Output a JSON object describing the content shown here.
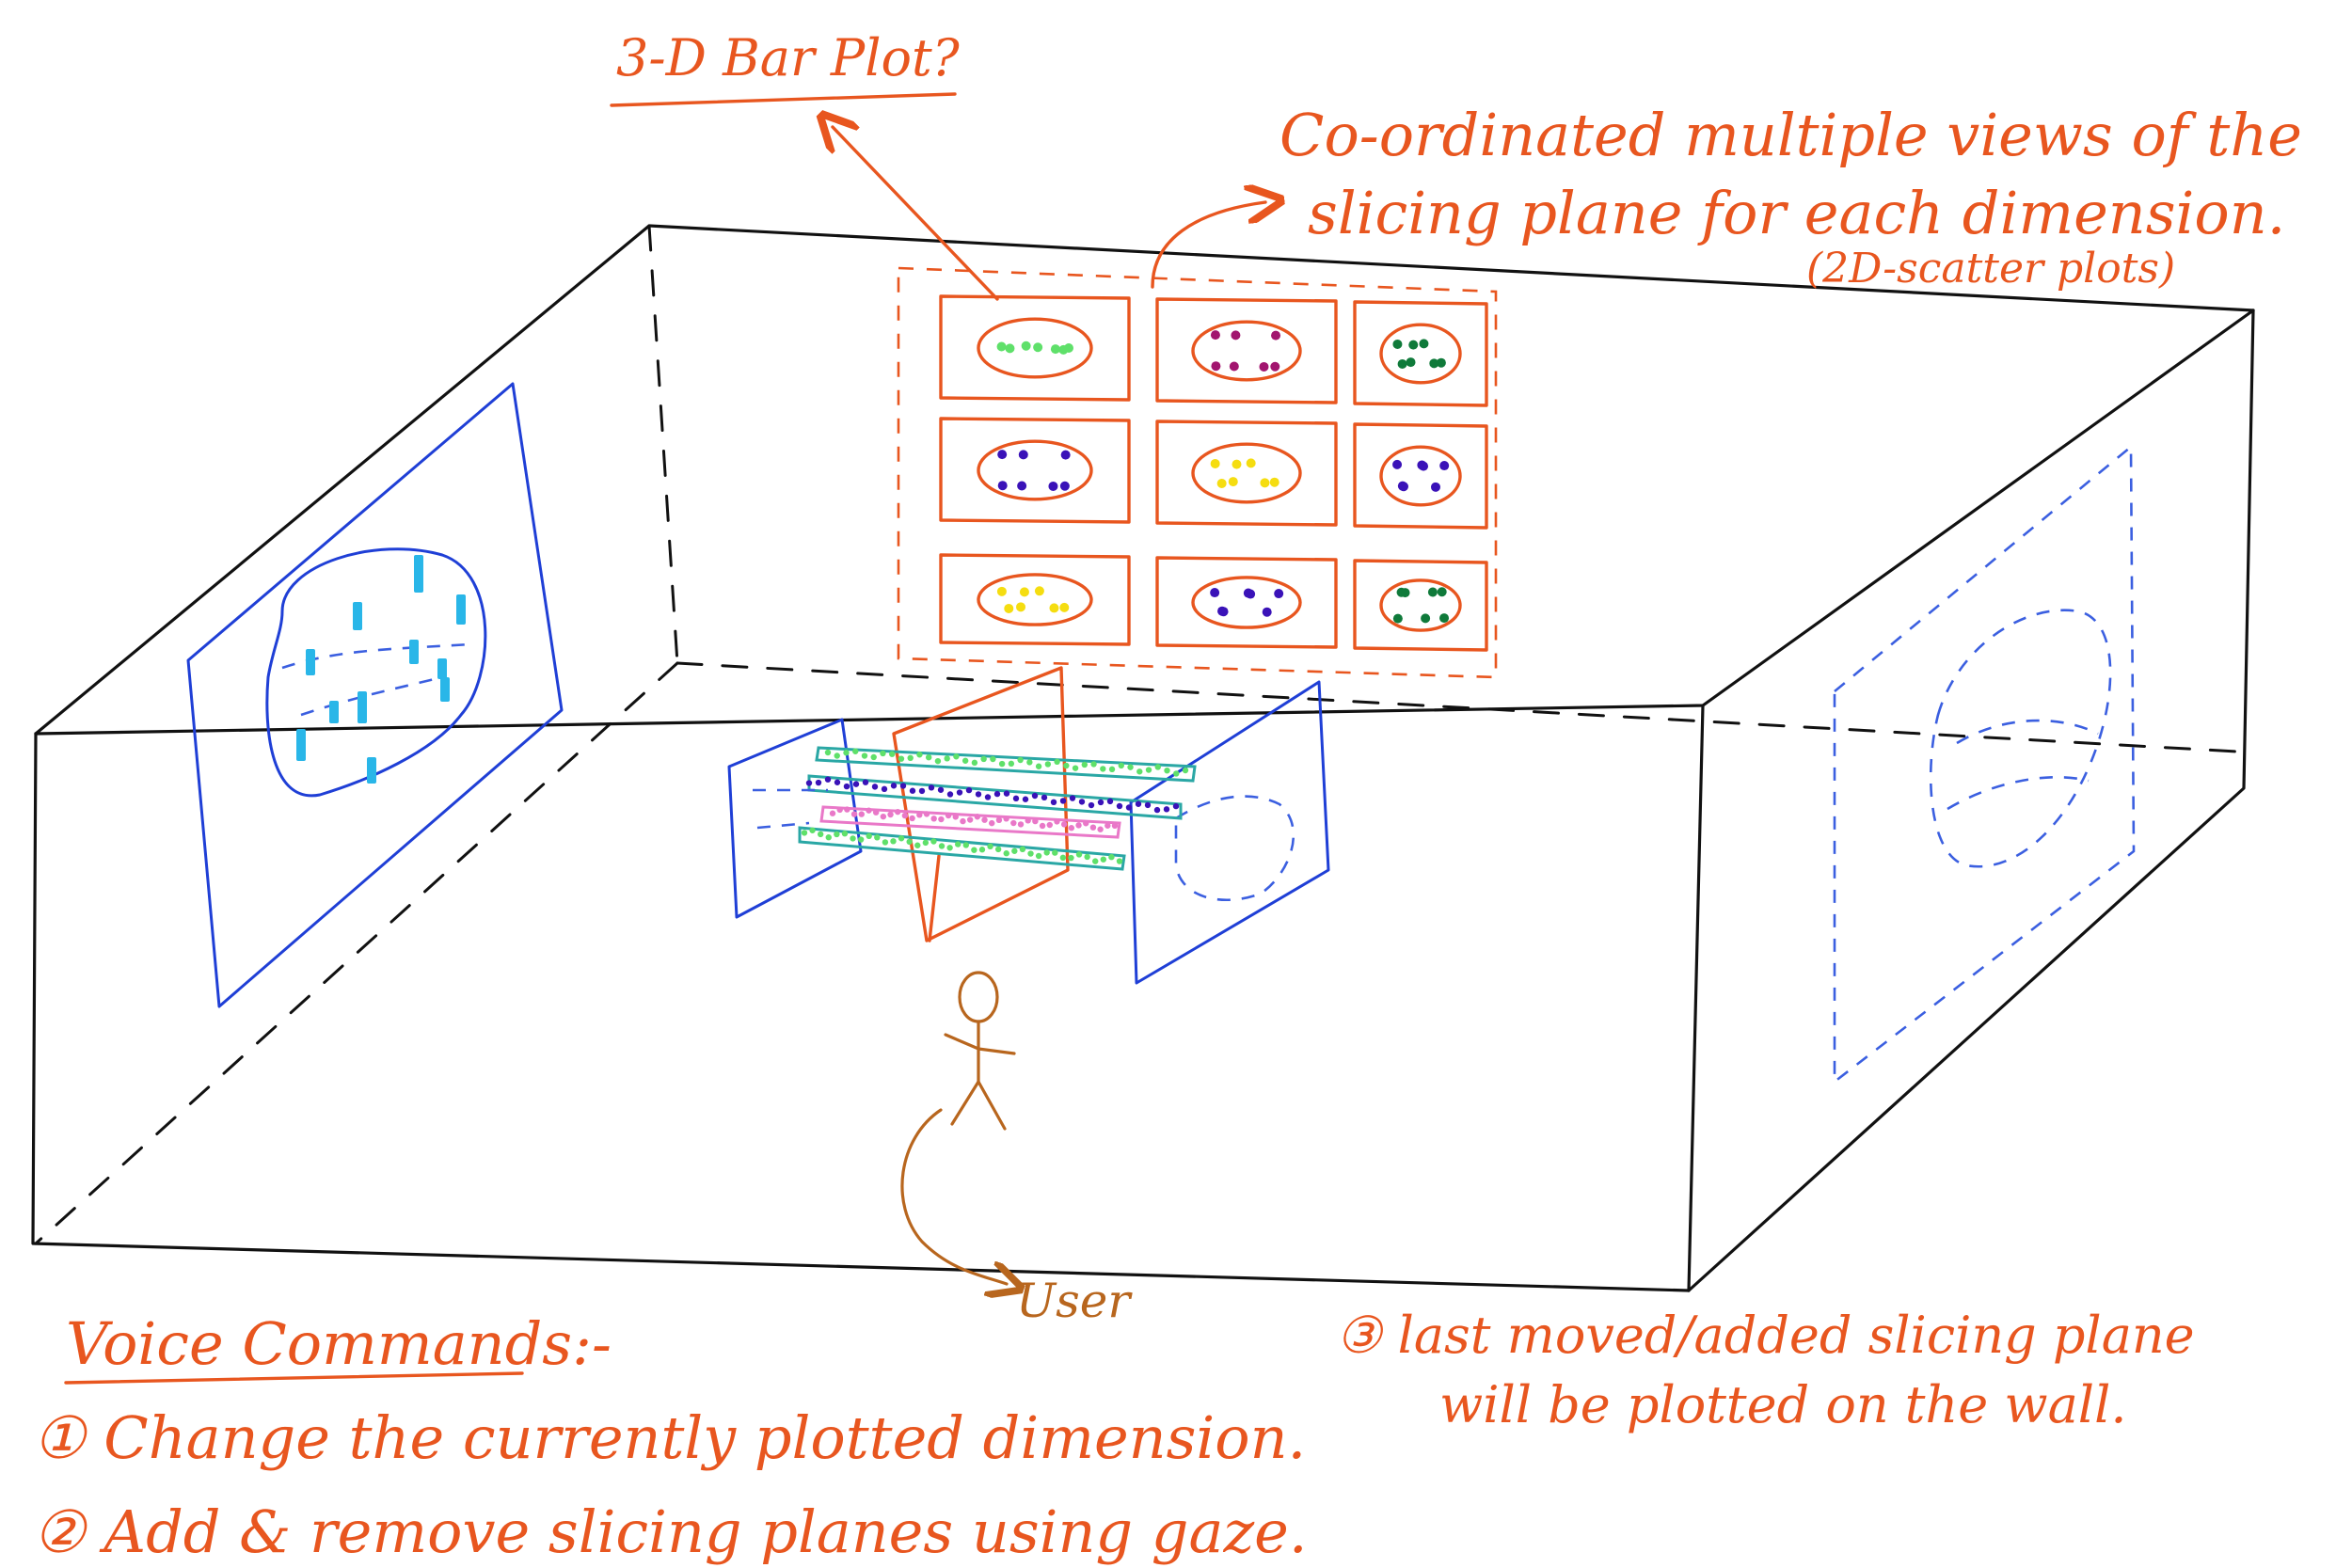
{
  "colors": {
    "ink": "#111111",
    "annotation": "#e8561f",
    "plane": "#1f3fd6",
    "figure": "#b8661e",
    "bar": "#29b6e8",
    "green_points": "#5fe06a",
    "purple_points": "#3a12b8",
    "magenta_points": "#a2156f",
    "darkgreen_points": "#0f7a3a",
    "yellow_points": "#f5dd10",
    "pink_points": "#e978c8"
  },
  "annotations": {
    "bar_plot": "3-D Bar Plot?",
    "cmv_line1": "Co-ordinated multiple views of the",
    "cmv_line2": "slicing plane for each dimension.",
    "cmv_line3": "(2D-scatter plots)",
    "user": "User",
    "voice_title": "Voice Commands:-",
    "voice_1": "① Change the currently plotted dimension.",
    "voice_2": "② Add & remove slicing planes using gaze.",
    "voice_3_line1": "③ last moved/added slicing plane",
    "voice_3_line2": "will be plotted on the wall."
  },
  "icons": {
    "user_figure": "stick-figure-icon",
    "arrow": "arrow-icon"
  }
}
